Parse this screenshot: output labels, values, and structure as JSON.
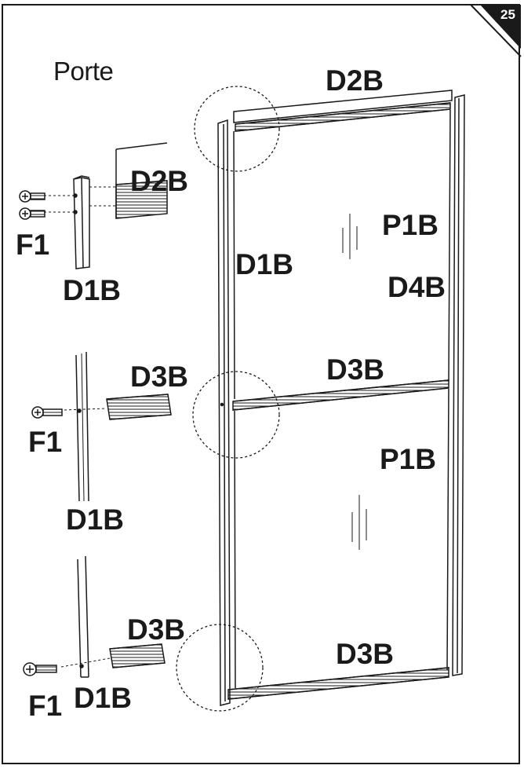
{
  "page": {
    "number": "25",
    "title": "Porte"
  },
  "labels": {
    "top_d2b": "D2B",
    "detail_top_d2b": "D2B",
    "detail_top_f1": "F1",
    "detail_top_d1b": "D1B",
    "door_d1b": "D1B",
    "panel_upper_p1b": "P1B",
    "door_d4b": "D4B",
    "middle_d3b": "D3B",
    "detail_mid_d3b": "D3B",
    "detail_mid_f1": "F1",
    "detail_mid_d1b": "D1B",
    "panel_lower_p1b": "P1B",
    "detail_bot_d3b": "D3B",
    "detail_bot_f1": "F1",
    "detail_bot_d1b": "D1B",
    "bottom_d3b": "D3B"
  },
  "colors": {
    "line": "#1a1a1a",
    "corner_fill": "#1a1a1a"
  }
}
